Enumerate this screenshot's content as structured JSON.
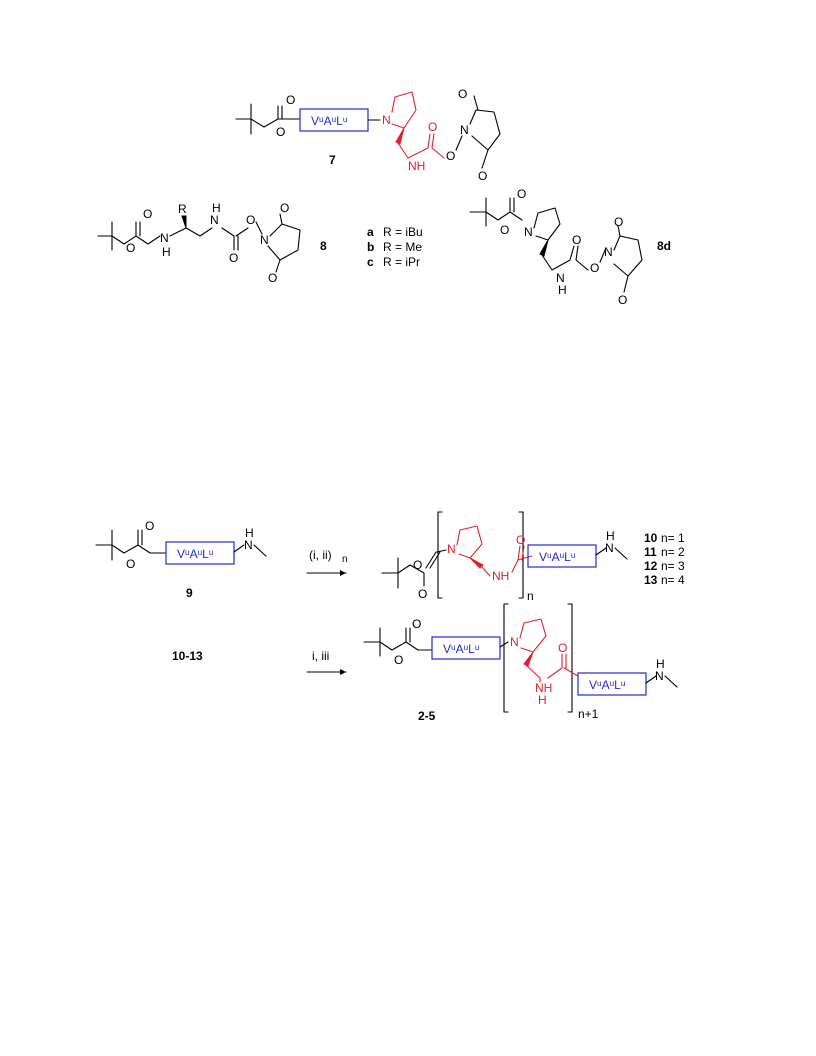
{
  "atoms": {
    "O": "O",
    "N": "N",
    "NH": "NH",
    "H": "H",
    "R": "R"
  },
  "peptide_box": "VᵘAᵘLᵘ",
  "compounds": {
    "c7": "7",
    "c8": "8",
    "c8d": "8d",
    "c9": "9",
    "c10_13": "10-13",
    "c2_5": "2-5"
  },
  "substituents": [
    {
      "letter": "a",
      "text": "R = iBu"
    },
    {
      "letter": "b",
      "text": "R = Me"
    },
    {
      "letter": "c",
      "text": "R = iPr"
    }
  ],
  "series": [
    {
      "id": "10",
      "text": "n= 1"
    },
    {
      "id": "11",
      "text": "n= 2"
    },
    {
      "id": "12",
      "text": "n= 3"
    },
    {
      "id": "13",
      "text": "n= 4"
    }
  ],
  "reactions": {
    "step1": "(i, ii)",
    "step1_sub": "n",
    "step2": "i, iii",
    "bracket1": "n",
    "bracket2": "n+1"
  },
  "colors": {
    "red": "#e0202a",
    "blue": "#1f2bd6",
    "black": "#000000"
  }
}
